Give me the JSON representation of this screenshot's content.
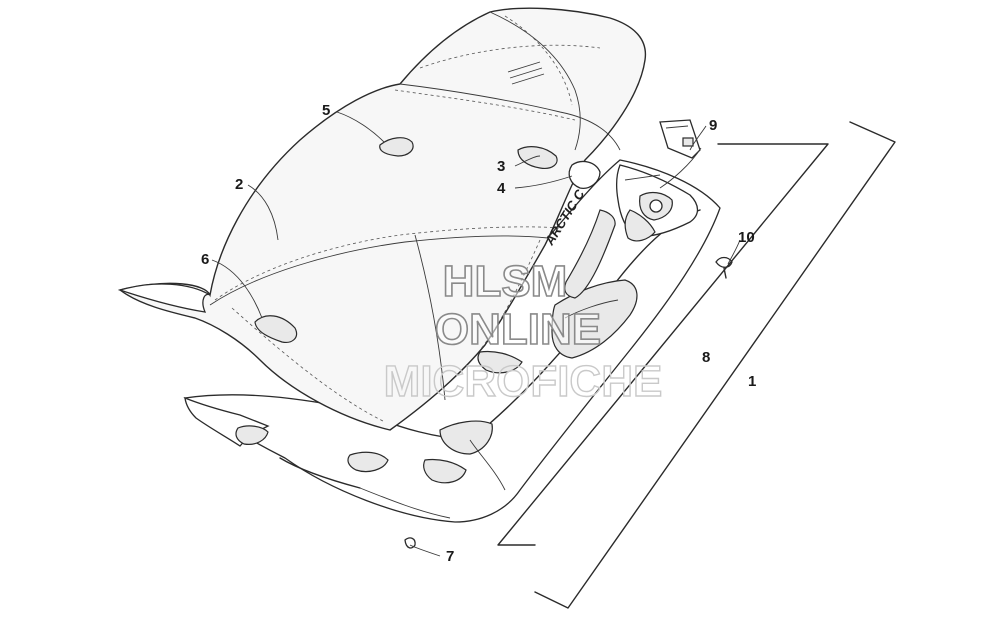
{
  "diagram": {
    "callouts": [
      {
        "id": "1",
        "label": "1"
      },
      {
        "id": "2",
        "label": "2"
      },
      {
        "id": "3",
        "label": "3"
      },
      {
        "id": "4",
        "label": "4"
      },
      {
        "id": "5",
        "label": "5"
      },
      {
        "id": "6",
        "label": "6"
      },
      {
        "id": "7",
        "label": "7"
      },
      {
        "id": "8",
        "label": "8"
      },
      {
        "id": "9",
        "label": "9"
      },
      {
        "id": "10",
        "label": "10"
      }
    ],
    "seat_logo": "ARCTIC C"
  },
  "watermark": {
    "line1": "HLSM",
    "line2": "ONLINE",
    "line3": "MICROFICHE"
  }
}
